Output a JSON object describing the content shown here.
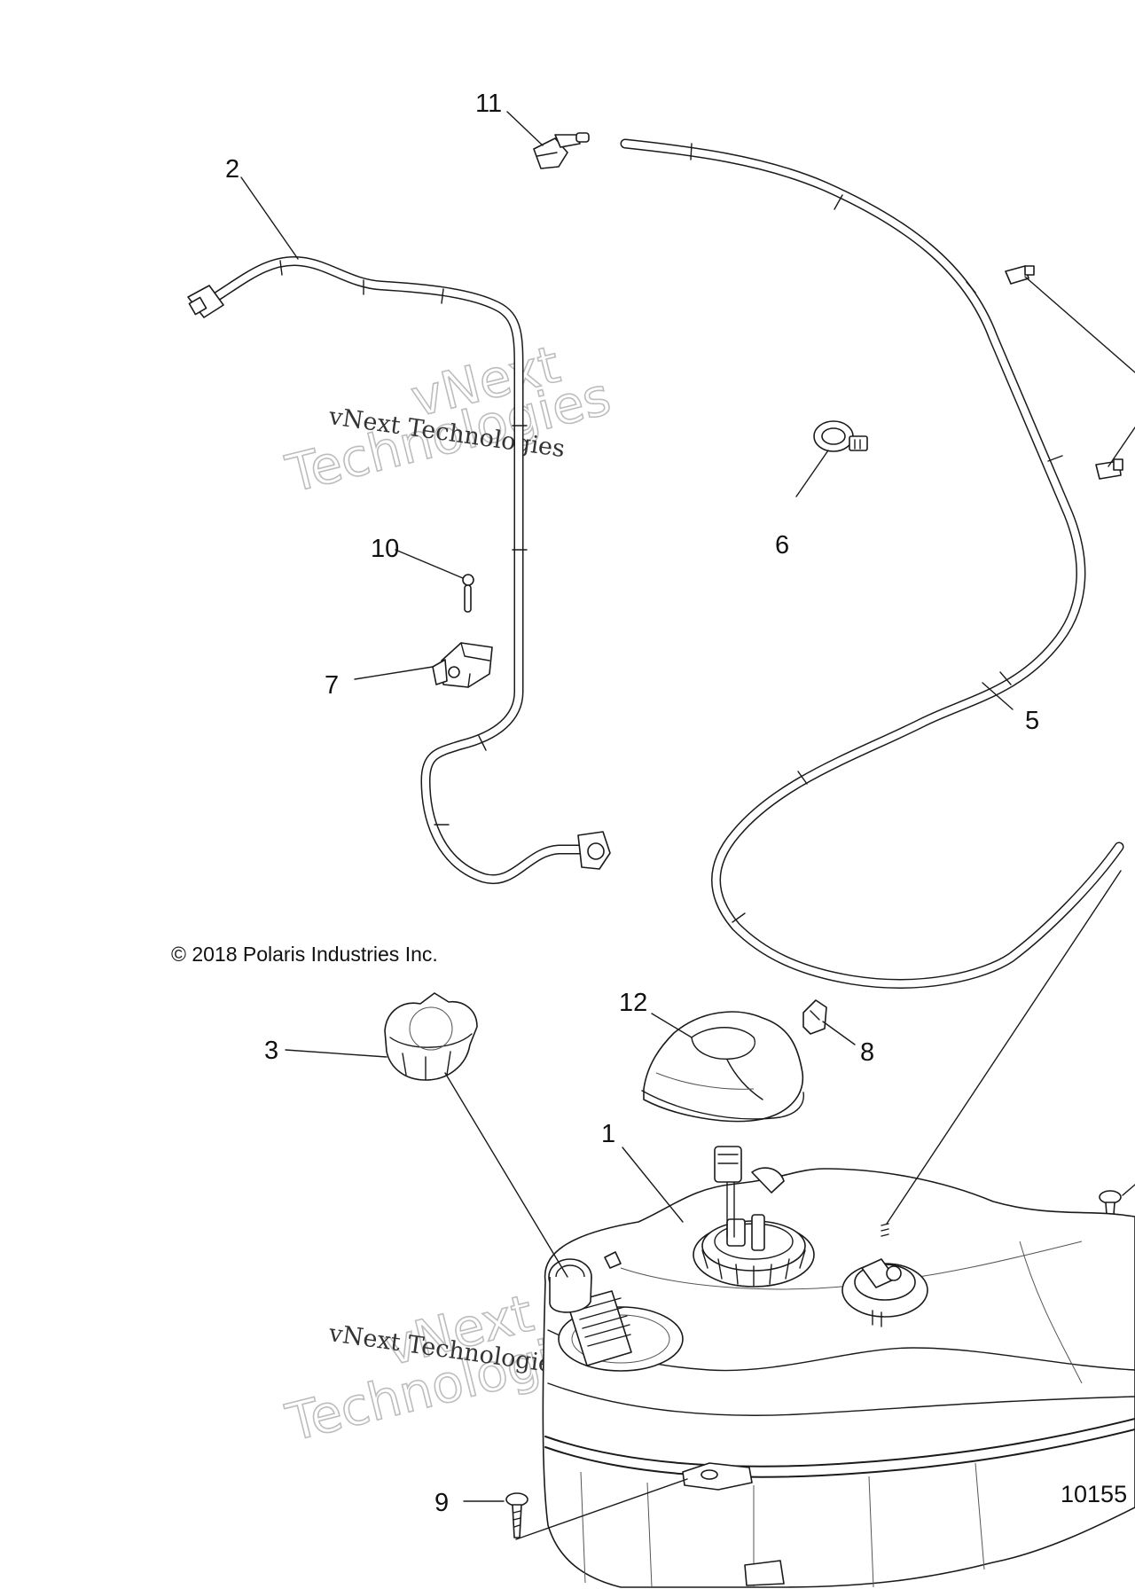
{
  "diagram": {
    "callouts": [
      {
        "id": "1",
        "label": "1"
      },
      {
        "id": "2",
        "label": "2"
      },
      {
        "id": "3",
        "label": "3"
      },
      {
        "id": "5",
        "label": "5"
      },
      {
        "id": "6",
        "label": "6"
      },
      {
        "id": "7",
        "label": "7"
      },
      {
        "id": "8",
        "label": "8"
      },
      {
        "id": "9",
        "label": "9"
      },
      {
        "id": "10",
        "label": "10"
      },
      {
        "id": "11",
        "label": "11"
      },
      {
        "id": "12",
        "label": "12"
      }
    ],
    "copyright": "© 2018 Polaris Industries Inc.",
    "document_number": "10155",
    "watermark_small": "vNext Technologies",
    "watermark_big_line1": "vNext",
    "watermark_big_line2": "Technologies"
  }
}
